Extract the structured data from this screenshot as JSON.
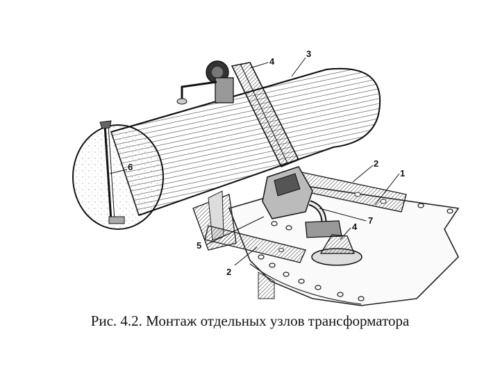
{
  "figure": {
    "caption": "Рис. 4.2. Монтаж отдельных узлов трансформатора",
    "callouts": {
      "c1": "1",
      "c2a": "2",
      "c2b": "2",
      "c3": "3",
      "c4a": "4",
      "c4b": "4",
      "c5": "5",
      "c6": "6",
      "c7": "7"
    }
  }
}
